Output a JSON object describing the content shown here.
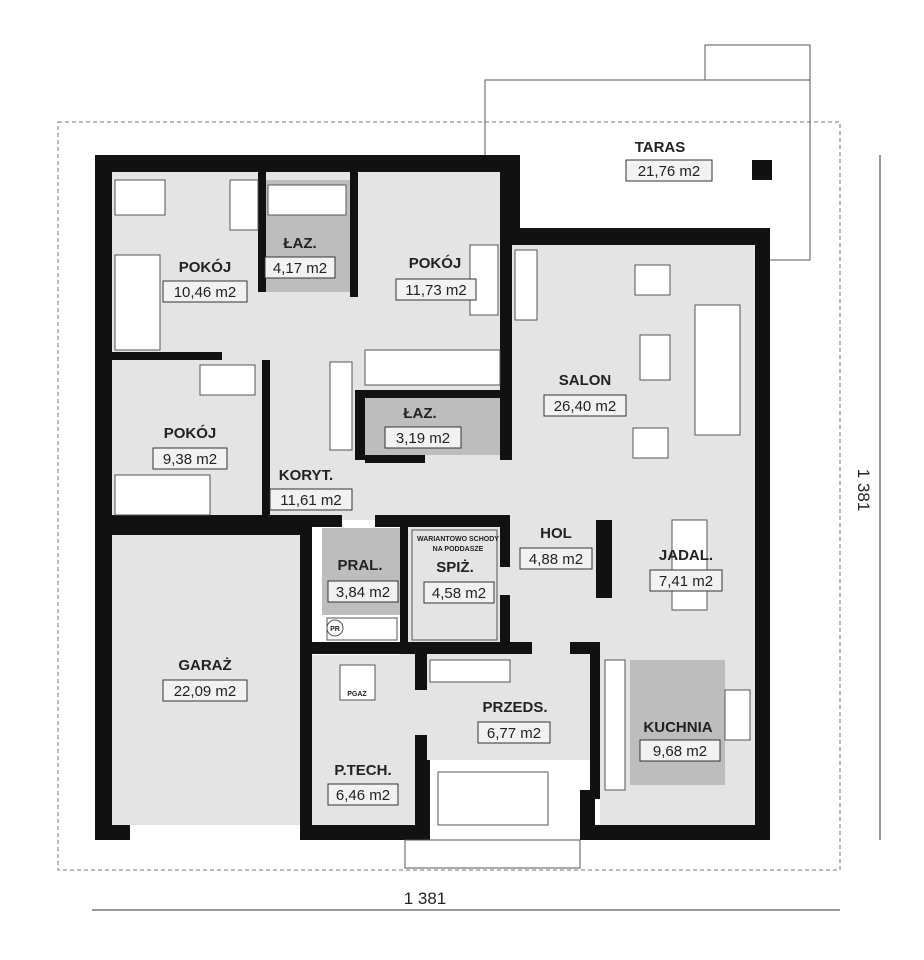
{
  "dimensions": {
    "width_label": "1 381",
    "height_label": "1 381"
  },
  "rooms": {
    "taras": {
      "name": "TARAS",
      "area": "21,76 m2"
    },
    "pokoj1": {
      "name": "POKÓJ",
      "area": "10,46 m2"
    },
    "laz1": {
      "name": "ŁAZ.",
      "area": "4,17 m2"
    },
    "pokoj2": {
      "name": "POKÓJ",
      "area": "11,73 m2"
    },
    "salon": {
      "name": "SALON",
      "area": "26,40 m2"
    },
    "laz2": {
      "name": "ŁAZ.",
      "area": "3,19 m2"
    },
    "pokoj3": {
      "name": "POKÓJ",
      "area": "9,38 m2"
    },
    "koryt": {
      "name": "KORYT.",
      "area": "11,61 m2"
    },
    "hol": {
      "name": "HOL",
      "area": "4,88 m2"
    },
    "jadal": {
      "name": "JADAL.",
      "area": "7,41 m2"
    },
    "pral": {
      "name": "PRAL.",
      "area": "3,84 m2"
    },
    "spiz": {
      "name": "SPIŻ.",
      "area": "4,58 m2"
    },
    "garaz": {
      "name": "GARAŻ",
      "area": "22,09 m2"
    },
    "przeds": {
      "name": "PRZEDS.",
      "area": "6,77 m2"
    },
    "kuchnia": {
      "name": "KUCHNIA",
      "area": "9,68 m2"
    },
    "ptech": {
      "name": "P.TECH.",
      "area": "6,46 m2"
    }
  },
  "notes": {
    "stairs_line1": "WARIANTOWO SCHODY",
    "stairs_line2": "NA PODDASZE",
    "pr": "PR",
    "pgaz": "PGAZ"
  }
}
